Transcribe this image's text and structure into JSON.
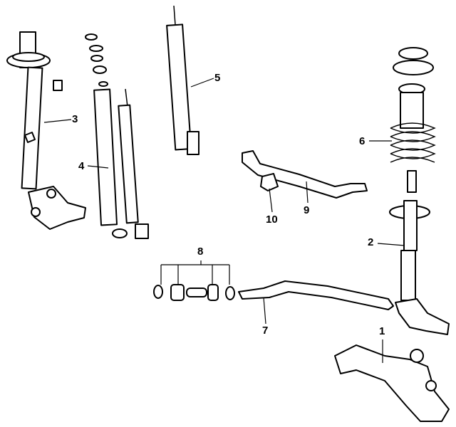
{
  "diagram": {
    "callouts": [
      {
        "id": "1",
        "label": "1",
        "part": "lower-control-arm"
      },
      {
        "id": "2",
        "label": "2",
        "part": "front-strut"
      },
      {
        "id": "3",
        "label": "3",
        "part": "rear-strut"
      },
      {
        "id": "4",
        "label": "4",
        "part": "shock-absorber"
      },
      {
        "id": "5",
        "label": "5",
        "part": "shock-absorber"
      },
      {
        "id": "6",
        "label": "6",
        "part": "coil-spring-assembly"
      },
      {
        "id": "7",
        "label": "7",
        "part": "strut-rod"
      },
      {
        "id": "8",
        "label": "8",
        "part": "bushings"
      },
      {
        "id": "9",
        "label": "9",
        "part": "stabilizer-bar"
      },
      {
        "id": "10",
        "label": "10",
        "part": "stabilizer-bushing"
      }
    ]
  }
}
